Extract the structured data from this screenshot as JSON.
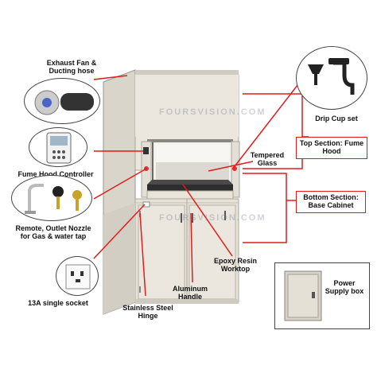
{
  "labels": {
    "exhaust": "Exhaust Fan &\nDucting hose",
    "controller": "Fume Hood Controller",
    "remote": "Remote, Outlet Nozzle\nfor Gas & water tap",
    "socket": "13A single socket",
    "drip": "Drip Cup set",
    "tempered": "Tempered\nGlass",
    "top_section": "Top Section: Fume\nHood",
    "bottom_section": "Bottom Section:\nBase Cabinet",
    "epoxy": "Epoxy Resin\nWorktop",
    "aluminum": "Aluminum\nHandle",
    "hinge": "Stainless Steel\nHinge",
    "power": "Power\nSupply box"
  },
  "watermark": "FOURSVISION.COM",
  "colors": {
    "callout": "#e21b1b",
    "cabinet": "#e8e4da"
  }
}
